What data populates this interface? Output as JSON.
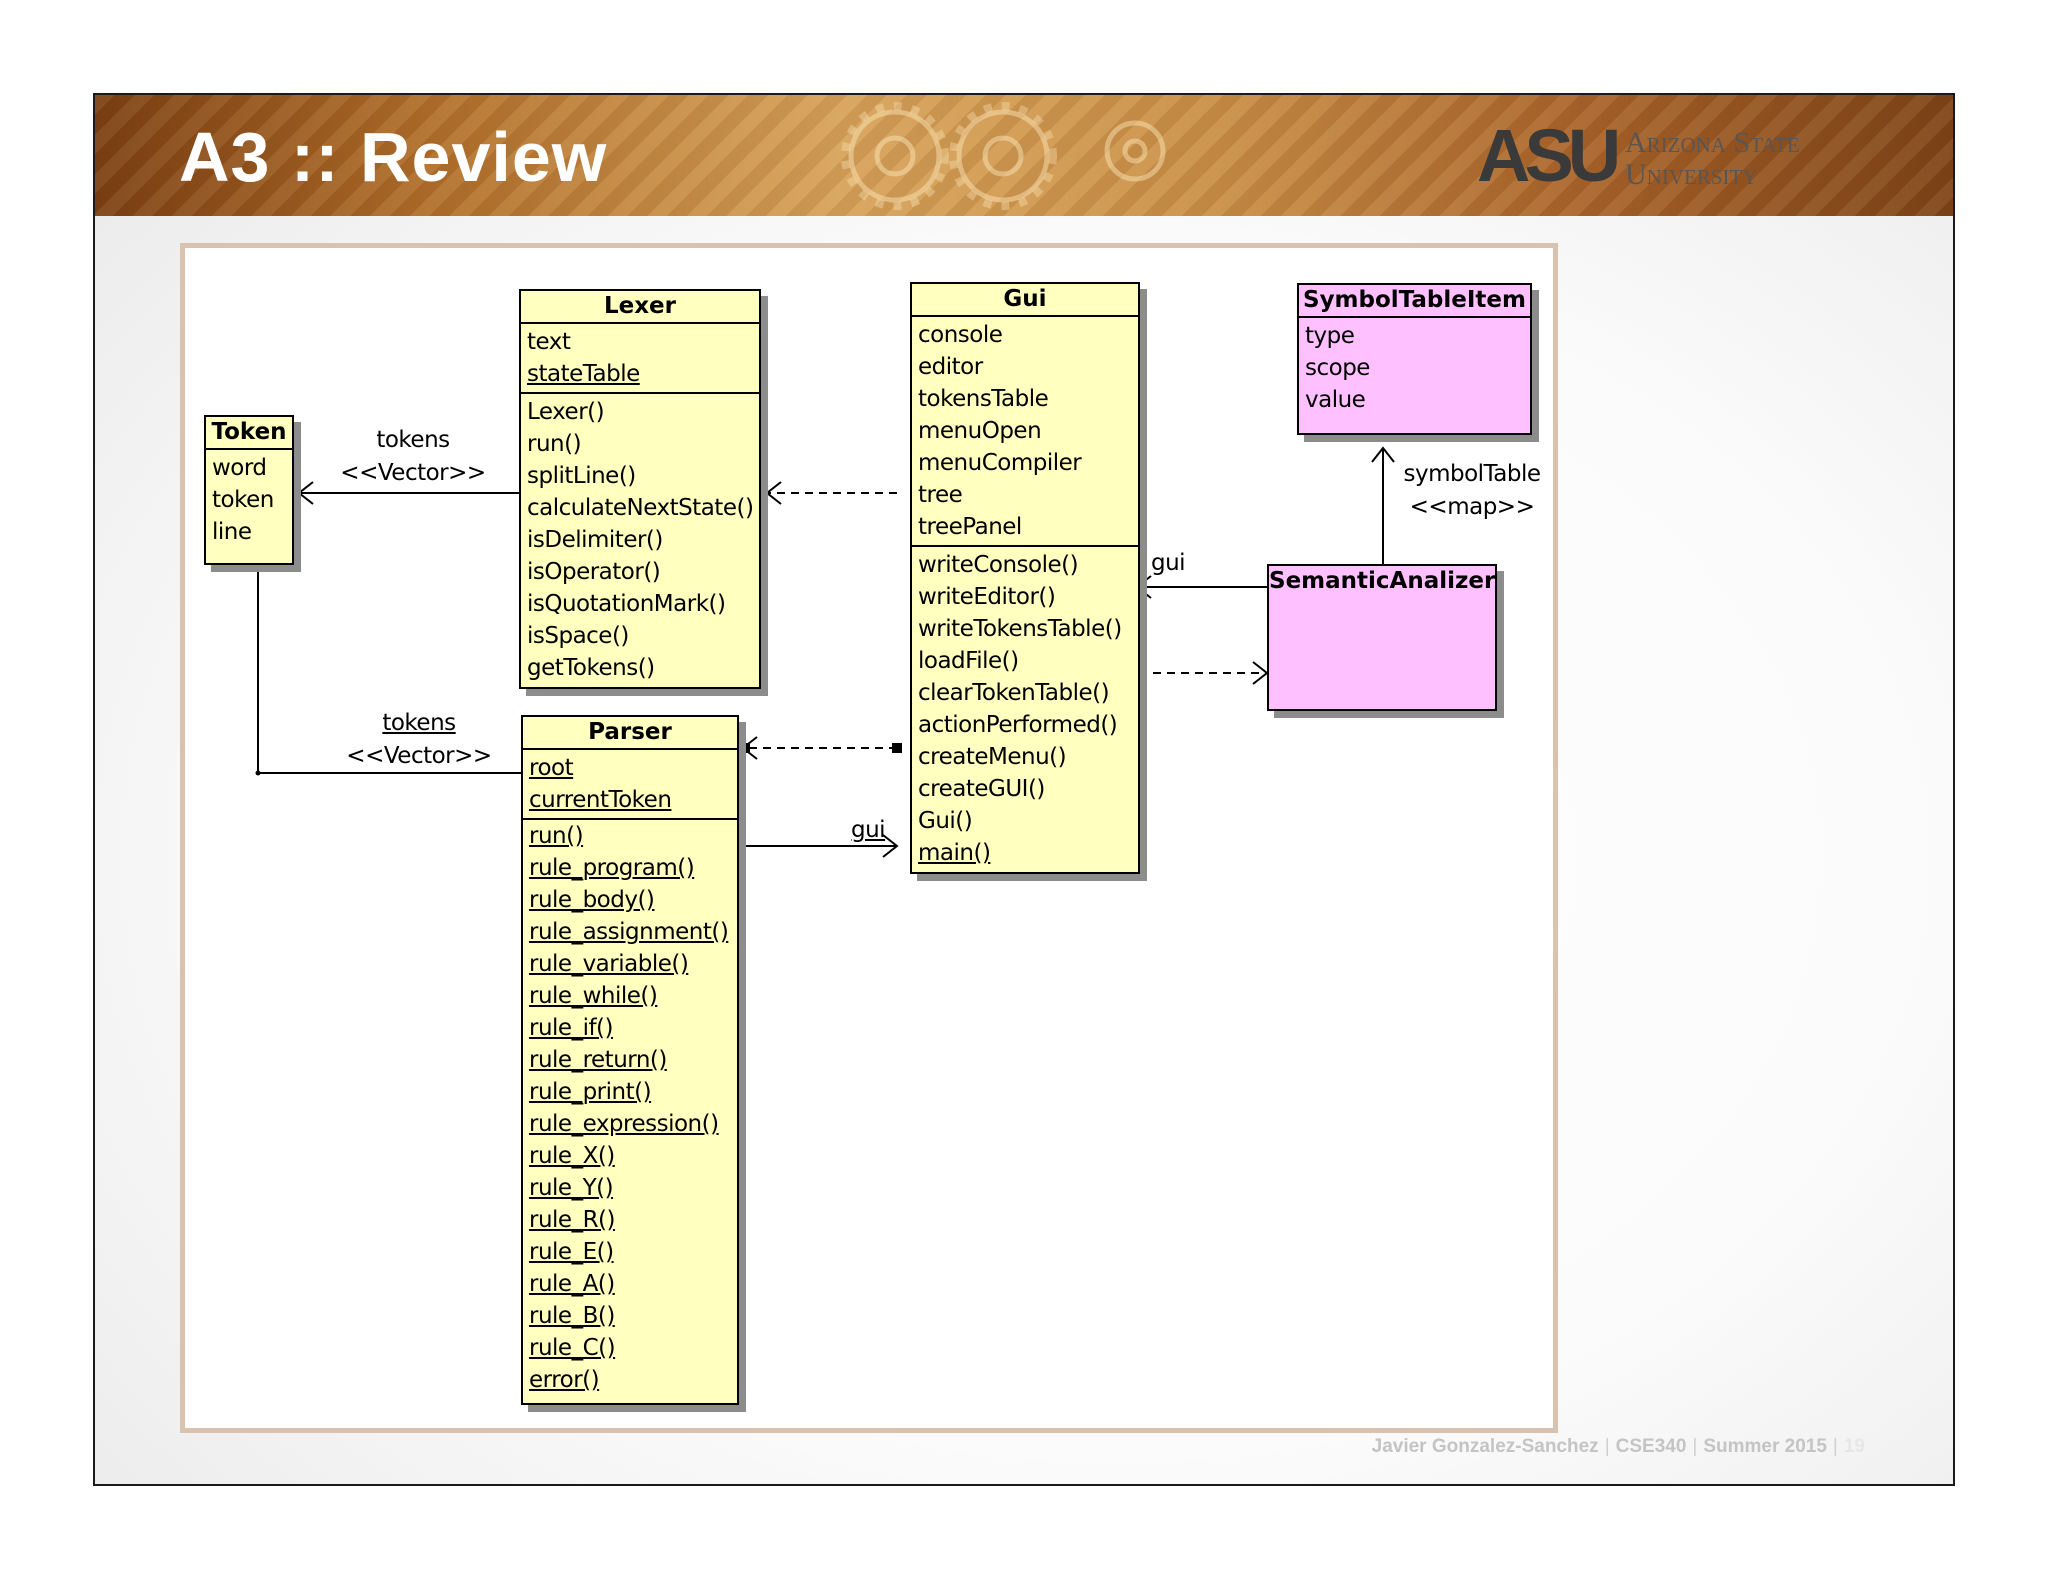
{
  "slide": {
    "title": "A3 :: Review",
    "logo": {
      "mark": "ASU",
      "line1": "Arizona State",
      "line2": "University"
    },
    "footer": {
      "author": "Javier Gonzalez-Sanchez",
      "course": "CSE340",
      "term": "Summer 2015",
      "page": "19"
    }
  },
  "diagram": {
    "classes": {
      "token": {
        "name": "Token",
        "attributes": [
          "word",
          "token",
          "line"
        ]
      },
      "lexer": {
        "name": "Lexer",
        "attributes": [
          "text",
          "stateTable"
        ],
        "methods": [
          "Lexer()",
          "run()",
          "splitLine()",
          "calculateNextState()",
          "isDelimiter()",
          "isOperator()",
          "isQuotationMark()",
          "isSpace()",
          "getTokens()"
        ]
      },
      "gui": {
        "name": "Gui",
        "attributes": [
          "console",
          "editor",
          "tokensTable",
          "menuOpen",
          "menuCompiler",
          "tree",
          "treePanel"
        ],
        "methods": [
          "writeConsole()",
          "writeEditor()",
          "writeTokensTable()",
          "loadFile()",
          "clearTokenTable()",
          "actionPerformed()",
          "createMenu()",
          "createGUI()",
          "Gui()",
          "main()"
        ]
      },
      "symbolTableItem": {
        "name": "SymbolTableItem",
        "attributes": [
          "type",
          "scope",
          "value"
        ]
      },
      "semanticAnalizer": {
        "name": "SemanticAnalizer"
      },
      "parser": {
        "name": "Parser",
        "attributes": [
          "root",
          "currentToken"
        ],
        "methods": [
          "run()",
          "rule_program()",
          "rule_body()",
          "rule_assignment()",
          "rule_variable()",
          "rule_while()",
          "rule_if()",
          "rule_return()",
          "rule_print()",
          "rule_expression()",
          "rule_X()",
          "rule_Y()",
          "rule_R()",
          "rule_E()",
          "rule_A()",
          "rule_B()",
          "rule_C()",
          "error()"
        ]
      }
    },
    "labels": {
      "lexer_tokens": {
        "role": "tokens",
        "stereotype": "<<Vector>>"
      },
      "parser_tokens": {
        "role": "tokens",
        "stereotype": "<<Vector>>"
      },
      "symbol_table": {
        "role": "symbolTable",
        "stereotype": "<<map>>"
      },
      "semantic_gui": "gui",
      "parser_gui": "gui"
    }
  },
  "colors": {
    "class_fill": "#ffffc0",
    "semantic_fill": "#ffc0ff",
    "frame_border": "#d7c3ae"
  }
}
